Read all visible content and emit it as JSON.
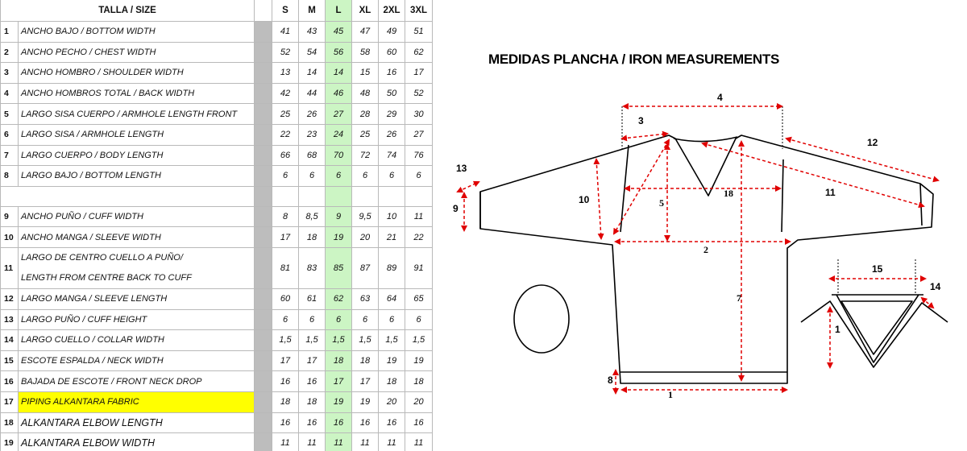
{
  "table": {
    "header": {
      "label": "TALLA / SIZE",
      "sizes": [
        "S",
        "M",
        "L",
        "XL",
        "2XL",
        "3XL"
      ]
    },
    "highlight_size": "L",
    "highlight_color": "#ccf5c4",
    "piping_highlight_color": "#ffff00",
    "rows": [
      {
        "num": "1",
        "desc": "ANCHO BAJO / BOTTOM WIDTH",
        "values": [
          "41",
          "43",
          "45",
          "47",
          "49",
          "51"
        ]
      },
      {
        "num": "2",
        "desc": "ANCHO PECHO / CHEST WIDTH",
        "values": [
          "52",
          "54",
          "56",
          "58",
          "60",
          "62"
        ]
      },
      {
        "num": "3",
        "desc": "ANCHO HOMBRO / SHOULDER WIDTH",
        "values": [
          "13",
          "14",
          "14",
          "15",
          "16",
          "17"
        ]
      },
      {
        "num": "4",
        "desc": "ANCHO HOMBROS TOTAL / BACK WIDTH",
        "values": [
          "42",
          "44",
          "46",
          "48",
          "50",
          "52"
        ]
      },
      {
        "num": "5",
        "desc": "LARGO SISA CUERPO / ARMHOLE LENGTH FRONT",
        "values": [
          "25",
          "26",
          "27",
          "28",
          "29",
          "30"
        ]
      },
      {
        "num": "6",
        "desc": "LARGO SISA / ARMHOLE LENGTH",
        "values": [
          "22",
          "23",
          "24",
          "25",
          "26",
          "27"
        ]
      },
      {
        "num": "7",
        "desc": "LARGO CUERPO / BODY LENGTH",
        "values": [
          "66",
          "68",
          "70",
          "72",
          "74",
          "76"
        ]
      },
      {
        "num": "8",
        "desc": "LARGO BAJO / BOTTOM LENGTH",
        "values": [
          "6",
          "6",
          "6",
          "6",
          "6",
          "6"
        ]
      },
      {
        "num": "9",
        "desc": "ANCHO PUÑO / CUFF WIDTH",
        "values": [
          "8",
          "8,5",
          "9",
          "9,5",
          "10",
          "11"
        ]
      },
      {
        "num": "10",
        "desc": "ANCHO  MANGA /  SLEEVE WIDTH",
        "values": [
          "17",
          "18",
          "19",
          "20",
          "21",
          "22"
        ]
      },
      {
        "num": "11",
        "desc_line1": "LARGO DE CENTRO CUELLO A PUÑO/",
        "desc_line2": "LENGTH FROM CENTRE BACK TO CUFF",
        "values": [
          "81",
          "83",
          "85",
          "87",
          "89",
          "91"
        ]
      },
      {
        "num": "12",
        "desc": "LARGO MANGA / SLEEVE LENGTH",
        "values": [
          "60",
          "61",
          "62",
          "63",
          "64",
          "65"
        ]
      },
      {
        "num": "13",
        "desc": "LARGO PUÑO / CUFF HEIGHT",
        "values": [
          "6",
          "6",
          "6",
          "6",
          "6",
          "6"
        ]
      },
      {
        "num": "14",
        "desc": "LARGO CUELLO / COLLAR WIDTH",
        "values": [
          "1,5",
          "1,5",
          "1,5",
          "1,5",
          "1,5",
          "1,5"
        ]
      },
      {
        "num": "15",
        "desc": " ESCOTE ESPALDA / NECK WIDTH",
        "values": [
          "17",
          "17",
          "18",
          "18",
          "19",
          "19"
        ]
      },
      {
        "num": "16",
        "desc": " BAJADA DE ESCOTE / FRONT NECK DROP",
        "values": [
          "16",
          "16",
          "17",
          "17",
          "18",
          "18"
        ]
      },
      {
        "num": "17",
        "desc": "PIPING ALKANTARA  FABRIC",
        "values": [
          "18",
          "18",
          "19",
          "19",
          "20",
          "20"
        ]
      },
      {
        "num": "18",
        "desc": "ALKANTARA ELBOW  LENGTH",
        "values": [
          "16",
          "16",
          "16",
          "16",
          "16",
          "16"
        ]
      },
      {
        "num": "19",
        "desc": "ALKANTARA ELBOW WIDTH",
        "values": [
          "11",
          "11",
          "11",
          "11",
          "11",
          "11"
        ]
      }
    ]
  },
  "diagram": {
    "title": "MEDIDAS PLANCHA / IRON MEASUREMENTS",
    "measure_color": "#e00000",
    "labels": {
      "m1": "1",
      "m2": "2",
      "m3": "3",
      "m4": "4",
      "m5": "5",
      "m7": "7",
      "m8": "8",
      "m9": "9",
      "m10": "10",
      "m11": "11",
      "m12": "12",
      "m13": "13",
      "m18": "18",
      "d1": "1",
      "d14": "14",
      "d15": "15"
    }
  }
}
